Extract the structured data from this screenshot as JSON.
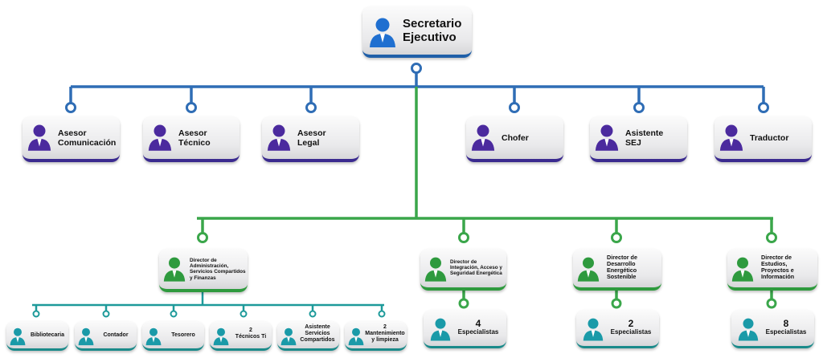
{
  "root": {
    "label_line1": "Secretario",
    "label_line2": "Ejecutivo"
  },
  "advisors": [
    {
      "line1": "Asesor",
      "line2": "Comunicación"
    },
    {
      "line1": "Asesor",
      "line2": "Técnico"
    },
    {
      "line1": "Asesor",
      "line2": "Legal"
    },
    {
      "line1": "Chofer",
      "line2": ""
    },
    {
      "line1": "Asistente",
      "line2": "SEJ"
    },
    {
      "line1": "Traductor",
      "line2": ""
    }
  ],
  "directors": [
    {
      "label": "Director de Administración, Servicios Compartidos y Finanzas"
    },
    {
      "label": "Director de Integración, Acceso y Seguridad Energética"
    },
    {
      "label": "Director de Desarrollo Energético Sostenible"
    },
    {
      "label": "Director de Estudios, Proyectos e Información"
    }
  ],
  "specialists": [
    {
      "count": "4",
      "label": "Especialistas"
    },
    {
      "count": "2",
      "label": "Especialistas"
    },
    {
      "count": "8",
      "label": "Especialistas"
    }
  ],
  "admin_staff": [
    {
      "line1": "Bibliotecaria",
      "line2": ""
    },
    {
      "line1": "Contador",
      "line2": ""
    },
    {
      "line1": "Tesorero",
      "line2": ""
    },
    {
      "line1": "2",
      "line2": "Técnicos Ti"
    },
    {
      "line1": "Asistente",
      "line2": "Servicios Compartidos"
    },
    {
      "line1": "2",
      "line2": "Mantenimiento y limpieza"
    }
  ],
  "colors": {
    "blue_line": "#2f6db5",
    "green_line": "#3aa64a",
    "teal_line": "#1e9a9a",
    "root_person": "#1f6fd0",
    "advisor_person": "#4b2a9e",
    "director_person": "#2e9a3e",
    "staff_person": "#1a9aa8"
  }
}
